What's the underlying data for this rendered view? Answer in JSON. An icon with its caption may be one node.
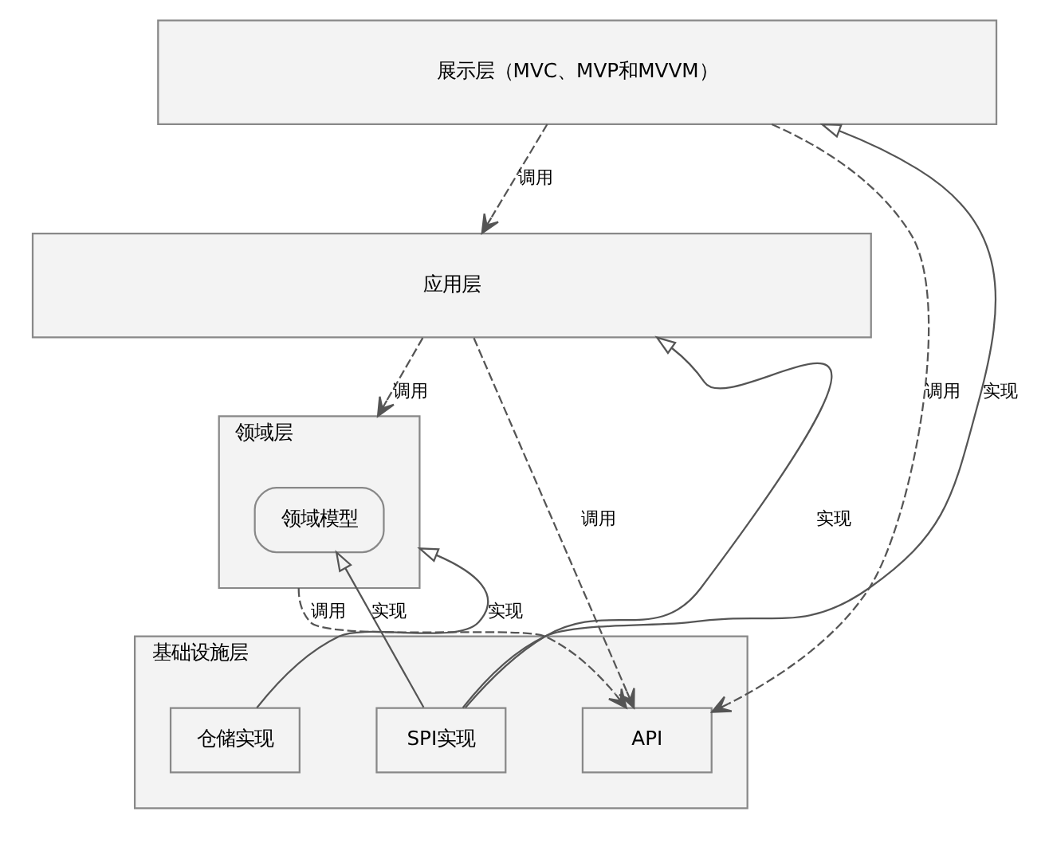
{
  "diagram": {
    "nodes": [
      {
        "text": [
          "展示层（MVC、MVP和MVVM）"
        ]
      },
      {
        "text": [
          "应用层"
        ]
      },
      {
        "text": [
          "领域层"
        ]
      },
      {
        "text": [
          "领域模型"
        ],
        "in": 2
      },
      {
        "text": [
          "基础设施层"
        ]
      },
      {
        "text": [
          "API"
        ],
        "in": 4
      },
      {
        "text": [
          "SPI实现"
        ],
        "in": 4
      },
      {
        "text": [
          "仓储实现"
        ],
        "in": 4
      }
    ],
    "edges": [
      {
        "from": 0,
        "to": 5,
        "arrow": "to",
        "label": "调用",
        "style": "dashed"
      },
      {
        "from": 1,
        "to": 5,
        "arrow": "to",
        "label": "调用",
        "style": "dashed"
      },
      {
        "from": 2,
        "to": 5,
        "arrow": "to",
        "label": "调用",
        "style": "dashed"
      },
      {
        "from": 0,
        "to": 1,
        "arrow": "to",
        "label": "调用",
        "style": "dashed"
      },
      {
        "from": 1,
        "to": 2,
        "arrow": "to",
        "label": "调用",
        "style": "dashed"
      },
      {
        "from": 6,
        "to": 0,
        "arrow": "to",
        "label": "实现"
      },
      {
        "from": 6,
        "to": 1,
        "arrow": "to",
        "label": "实现"
      },
      {
        "from": 6,
        "to": 3,
        "arrow": "to",
        "label": "实现"
      },
      {
        "from": 7,
        "to": 2,
        "arrow": "to",
        "label": "实现"
      }
    ]
  }
}
